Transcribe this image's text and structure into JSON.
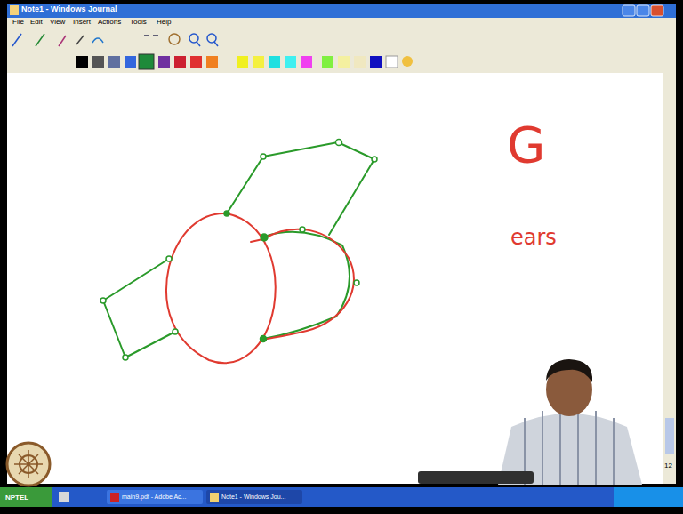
{
  "diagram": {
    "labels": [
      "Note1 - Windows Journal",
      "File",
      "Edit",
      "View",
      "Insert",
      "Actions",
      "Tools",
      "Help",
      "G",
      "ears",
      "12",
      "NPTEL",
      "main9.pdf - Adobe Ac...",
      "Note1 - Windows Jou..."
    ]
  }
}
